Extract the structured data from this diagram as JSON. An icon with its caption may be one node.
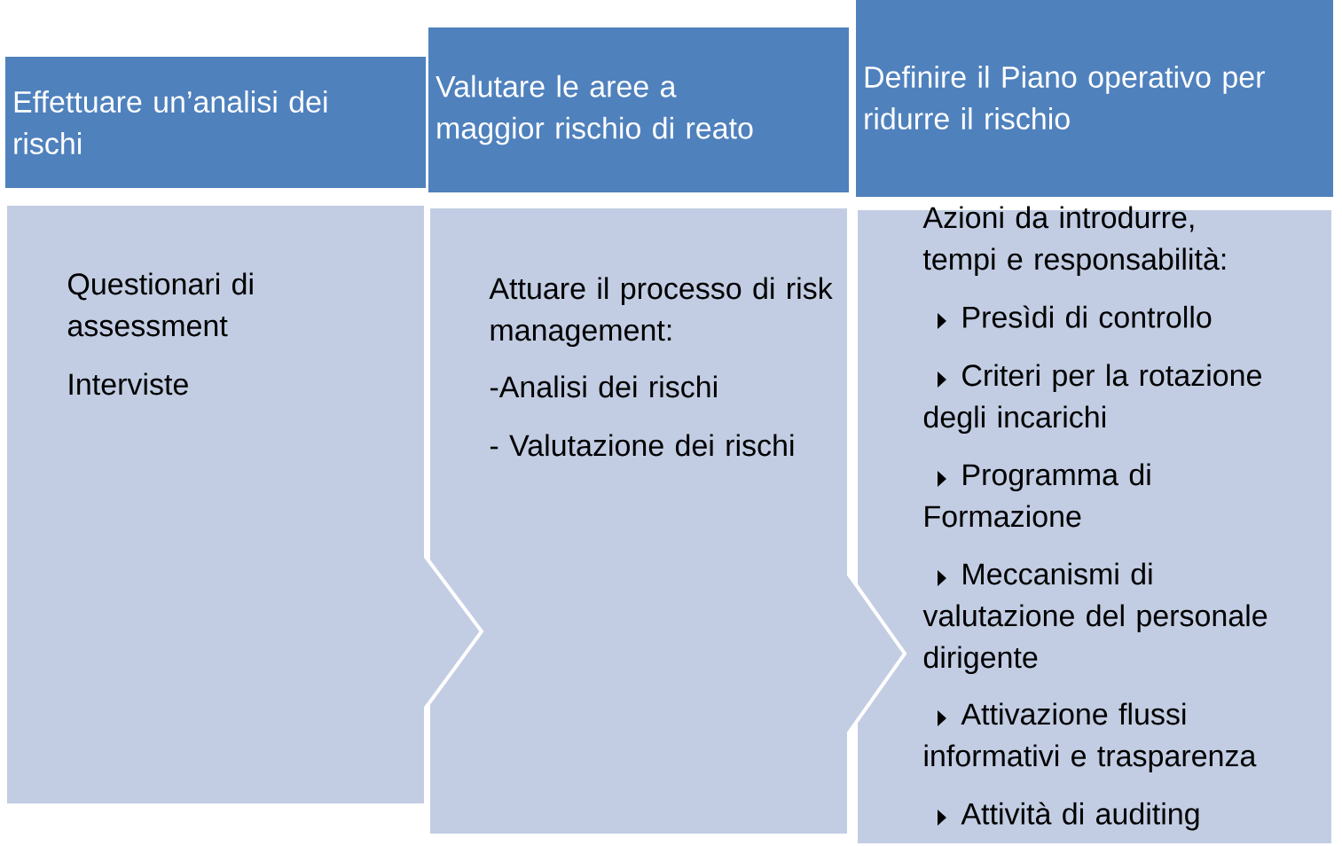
{
  "diagram": {
    "nodes": [
      {
        "text": [
          "Effettuare un’analisi dei rischi"
        ]
      },
      {
        "text": [
          "Questionari di assessment",
          "Interviste"
        ]
      },
      {
        "text": [
          "Valutare le aree a maggior rischio di reato"
        ]
      },
      {
        "text": [
          "Attuare il processo di risk management:",
          "-Analisi dei rischi",
          "- Valutazione dei rischi"
        ]
      },
      {
        "text": [
          "Definire il Piano operativo per ridurre il rischio"
        ]
      },
      {
        "text": [
          "Azioni da introdurre, tempi e responsabilità:",
          "Presìdi di controllo",
          "Criteri per la rotazione degli incarichi",
          "Programma di Formazione",
          "Meccanismi di valutazione del personale dirigente",
          "Attivazione flussi informativi e trasparenza",
          "Attività di auditing"
        ]
      }
    ]
  }
}
